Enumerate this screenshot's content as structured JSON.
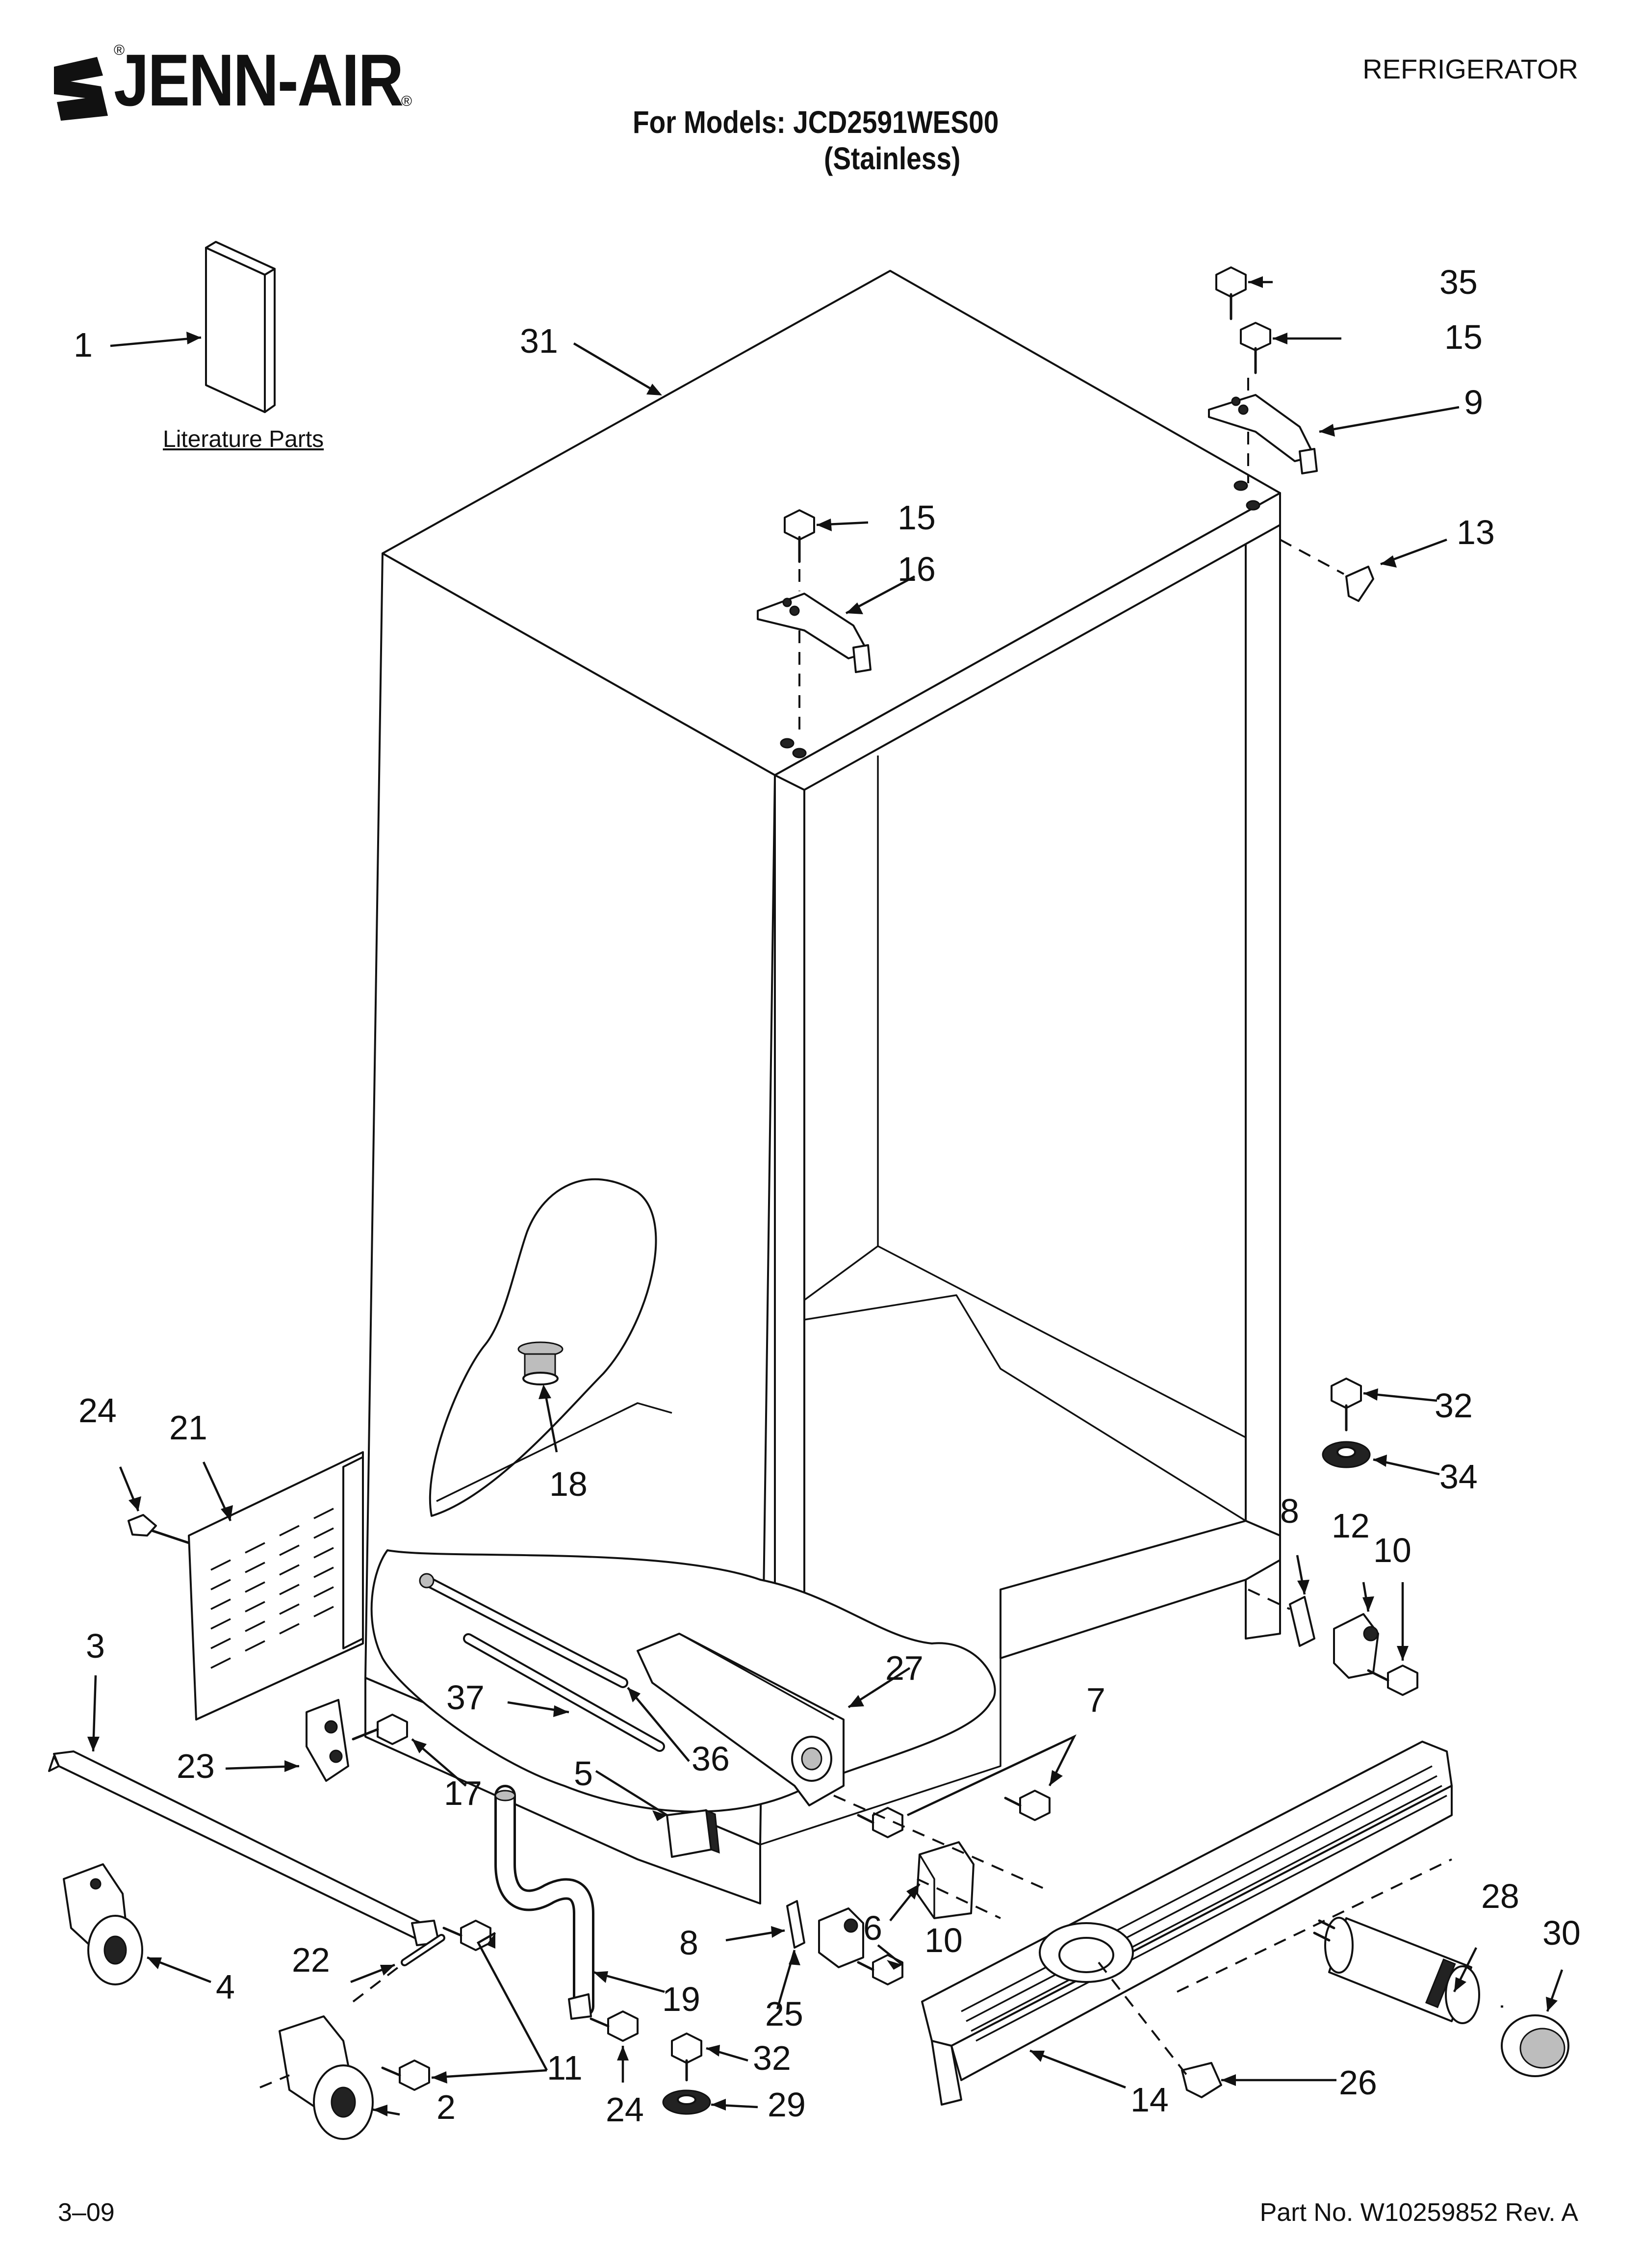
{
  "header": {
    "brand": "JENN-AIR",
    "registered_mark": "®",
    "category": "REFRIGERATOR",
    "models_line": "For Models: JCD2591WES00",
    "finish_line": "(Stainless)"
  },
  "footer": {
    "date_code": "3–09",
    "part_number": "Part No. W10259852 Rev. A"
  },
  "literature_label": "Literature Parts",
  "callouts": [
    {
      "id": "c1",
      "label": "1"
    },
    {
      "id": "c31",
      "label": "31"
    },
    {
      "id": "c35",
      "label": "35"
    },
    {
      "id": "c15a",
      "label": "15"
    },
    {
      "id": "c9",
      "label": "9"
    },
    {
      "id": "c15b",
      "label": "15"
    },
    {
      "id": "c16",
      "label": "16"
    },
    {
      "id": "c13",
      "label": "13"
    },
    {
      "id": "c32a",
      "label": "32"
    },
    {
      "id": "c34",
      "label": "34"
    },
    {
      "id": "c24a",
      "label": "24"
    },
    {
      "id": "c21",
      "label": "21"
    },
    {
      "id": "c18",
      "label": "18"
    },
    {
      "id": "c8a",
      "label": "8"
    },
    {
      "id": "c12",
      "label": "12"
    },
    {
      "id": "c10a",
      "label": "10"
    },
    {
      "id": "c3",
      "label": "3"
    },
    {
      "id": "c27",
      "label": "27"
    },
    {
      "id": "c7",
      "label": "7"
    },
    {
      "id": "c37",
      "label": "37"
    },
    {
      "id": "c36",
      "label": "36"
    },
    {
      "id": "c23",
      "label": "23"
    },
    {
      "id": "c17",
      "label": "17"
    },
    {
      "id": "c5",
      "label": "5"
    },
    {
      "id": "c28",
      "label": "28"
    },
    {
      "id": "c30",
      "label": "30"
    },
    {
      "id": "c6",
      "label": "6"
    },
    {
      "id": "c10b",
      "label": "10"
    },
    {
      "id": "c8b",
      "label": "8"
    },
    {
      "id": "c4",
      "label": "4"
    },
    {
      "id": "c22",
      "label": "22"
    },
    {
      "id": "c19",
      "label": "19"
    },
    {
      "id": "c25",
      "label": "25"
    },
    {
      "id": "c11",
      "label": "11"
    },
    {
      "id": "c32b",
      "label": "32"
    },
    {
      "id": "c26",
      "label": "26"
    },
    {
      "id": "c14",
      "label": "14"
    },
    {
      "id": "c2",
      "label": "2"
    },
    {
      "id": "c24b",
      "label": "24"
    },
    {
      "id": "c29",
      "label": "29"
    }
  ]
}
